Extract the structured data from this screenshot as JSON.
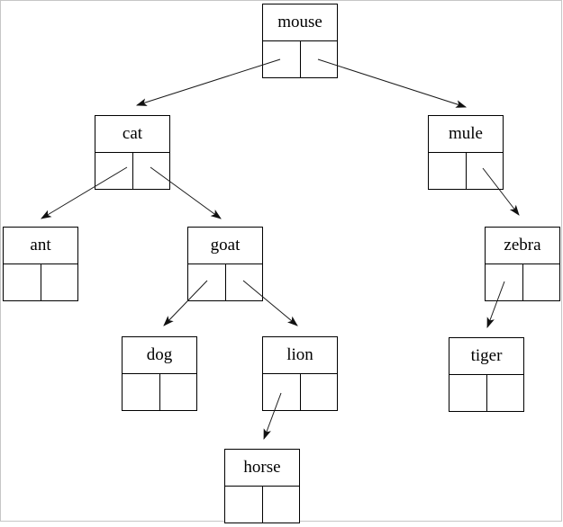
{
  "diagram": {
    "type": "binary-tree",
    "background_color": "#ffffff",
    "line_color": "#1a1a1a",
    "box_border_color": "#000000",
    "frame_border_color": "#c6c6c6",
    "nodes": {
      "mouse": {
        "label": "mouse"
      },
      "cat": {
        "label": "cat"
      },
      "mule": {
        "label": "mule"
      },
      "ant": {
        "label": "ant"
      },
      "goat": {
        "label": "goat"
      },
      "zebra": {
        "label": "zebra"
      },
      "dog": {
        "label": "dog"
      },
      "lion": {
        "label": "lion"
      },
      "tiger": {
        "label": "tiger"
      },
      "horse": {
        "label": "horse"
      }
    },
    "edges": [
      {
        "from": "mouse",
        "port": "left",
        "to": "cat"
      },
      {
        "from": "mouse",
        "port": "right",
        "to": "mule"
      },
      {
        "from": "cat",
        "port": "left",
        "to": "ant"
      },
      {
        "from": "cat",
        "port": "right",
        "to": "goat"
      },
      {
        "from": "mule",
        "port": "right",
        "to": "zebra"
      },
      {
        "from": "goat",
        "port": "left",
        "to": "dog"
      },
      {
        "from": "goat",
        "port": "right",
        "to": "lion"
      },
      {
        "from": "zebra",
        "port": "left",
        "to": "tiger"
      },
      {
        "from": "lion",
        "port": "left",
        "to": "horse"
      }
    ]
  }
}
